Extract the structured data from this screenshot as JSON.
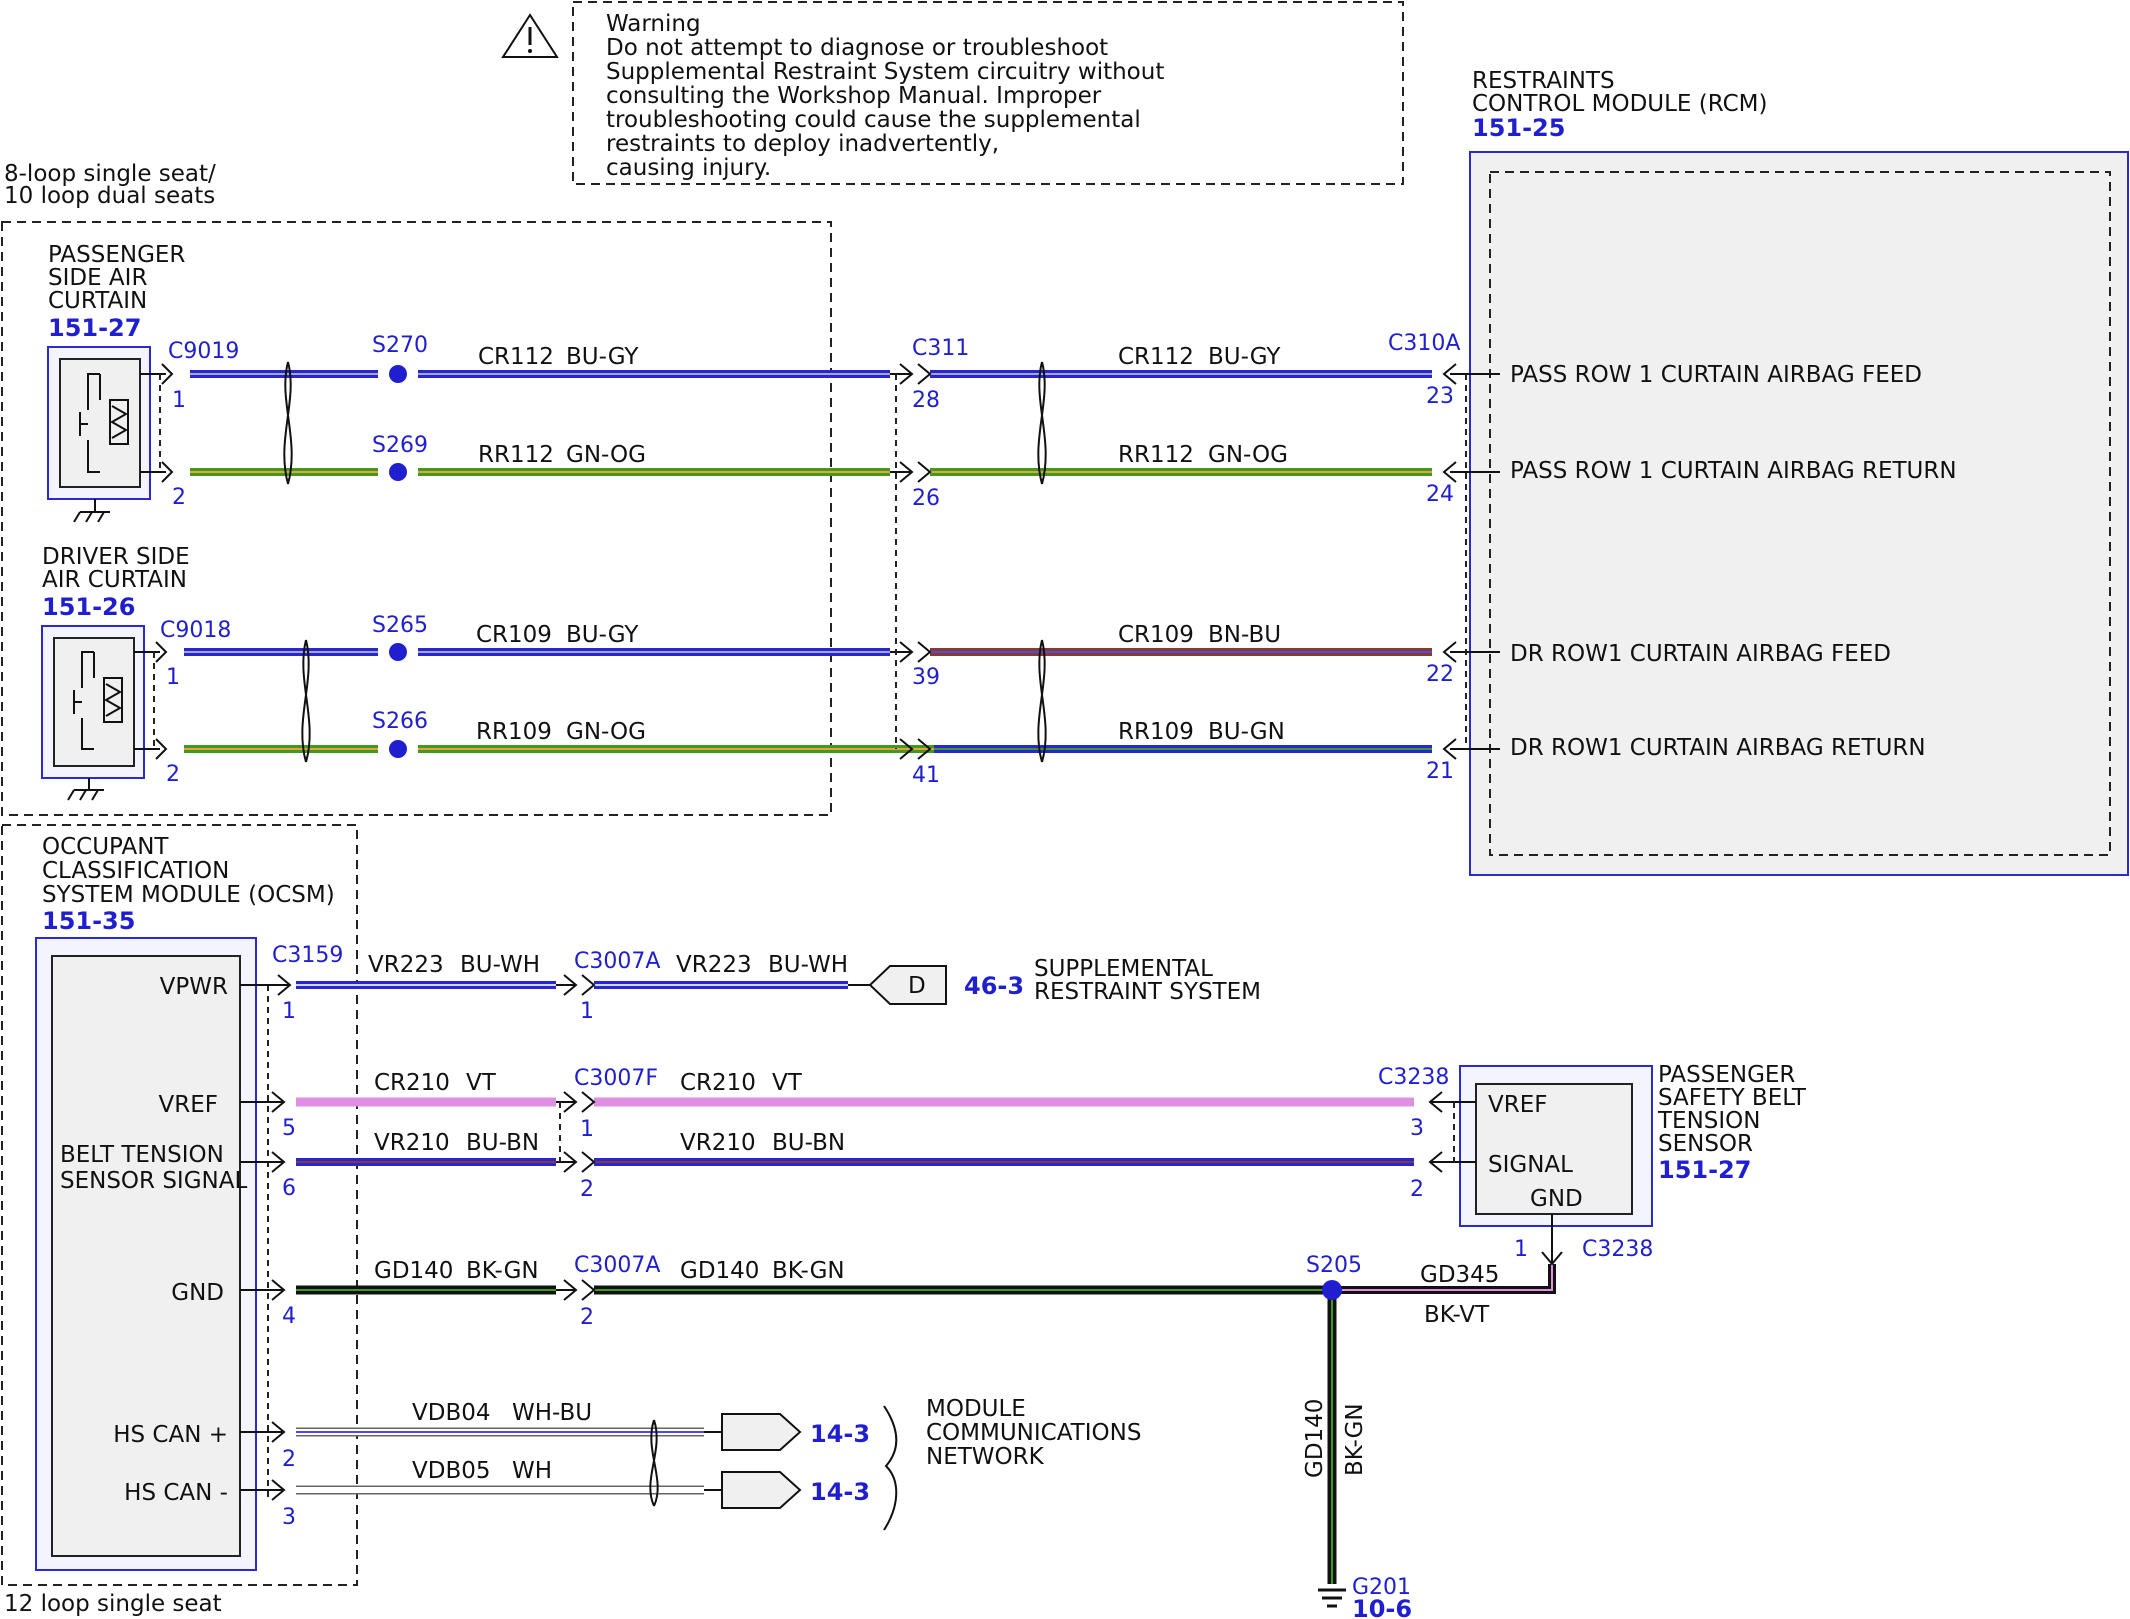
{
  "warning": {
    "icon": "warning-triangle-icon",
    "title": "Warning",
    "lines": [
      "Do not attempt to diagnose or troubleshoot",
      "Supplemental Restraint System circuitry without",
      "consulting the Workshop Manual. Improper",
      "troubleshooting could cause the supplemental",
      "restraints to deploy inadvertently,",
      "causing injury."
    ]
  },
  "variants": {
    "loop8": [
      "8-loop single seat/",
      "10 loop dual seats"
    ],
    "loop12": "12 loop single seat"
  },
  "rcm": {
    "lines": [
      "RESTRAINTS",
      "CONTROL MODULE (RCM)"
    ],
    "ref": "151-25"
  },
  "pass_curtain": {
    "lines": [
      "PASSENGER",
      "SIDE AIR",
      "CURTAIN"
    ],
    "ref": "151-27",
    "connector": "C9019"
  },
  "driver_curtain": {
    "lines": [
      "DRIVER SIDE",
      "AIR CURTAIN"
    ],
    "ref": "151-26",
    "connector": "C9018"
  },
  "ocsm": {
    "lines": [
      "OCCUPANT",
      "CLASSIFICATION",
      "SYSTEM MODULE (OCSM)"
    ],
    "ref": "151-35",
    "connector": "C3159"
  },
  "belt_sensor": {
    "lines": [
      "PASSENGER",
      "SAFETY BELT",
      "TENSION",
      "SENSOR"
    ],
    "ref": "151-27",
    "connector": "C3238",
    "connector_bottom": "C3238",
    "pins": {
      "vref": "VREF",
      "signal": "SIGNAL",
      "gnd": "GND"
    }
  },
  "connectors": {
    "c311": "C311",
    "c310a": "C310A",
    "c3007a": "C3007A",
    "c3007f": "C3007F",
    "c3007a_2": "C3007A"
  },
  "splices": {
    "s270": "S270",
    "s269": "S269",
    "s265": "S265",
    "s266": "S266",
    "s205": "S205"
  },
  "ground": {
    "id": "G201",
    "ref": "10-6"
  },
  "rcm_pins": [
    "PASS ROW 1 CURTAIN AIRBAG FEED",
    "PASS ROW 1 CURTAIN AIRBAG RETURN",
    "DR ROW1 CURTAIN AIRBAG FEED",
    "DR ROW1 CURTAIN AIRBAG RETURN"
  ],
  "ocsm_pins": {
    "vpwr": "VPWR",
    "vref": "VREF",
    "belt": [
      "BELT TENSION",
      "SENSOR SIGNAL"
    ],
    "gnd": "GND",
    "can_plus": "HS CAN +",
    "can_minus": "HS CAN -"
  },
  "pin_numbers": {
    "c9019_1": "1",
    "c9019_2": "2",
    "c9018_1": "1",
    "c9018_2": "2",
    "c311_28": "28",
    "c311_26": "26",
    "c311_39": "39",
    "c311_41": "41",
    "c310a_23": "23",
    "c310a_24": "24",
    "c310a_22": "22",
    "c310a_21": "21",
    "c3159_1": "1",
    "c3159_5": "5",
    "c3159_6": "6",
    "c3159_4": "4",
    "c3159_2": "2",
    "c3159_3": "3",
    "c3007a_1": "1",
    "c3007f_1": "1",
    "c3007f_2": "2",
    "c3007a_2": "2",
    "c3238_3": "3",
    "c3238_2": "2",
    "c3238_1": "1"
  },
  "wires": {
    "cr112_a": {
      "circuit": "CR112",
      "color": "BU-GY"
    },
    "rr112_a": {
      "circuit": "RR112",
      "color": "GN-OG"
    },
    "cr109_a": {
      "circuit": "CR109",
      "color": "BU-GY"
    },
    "rr109_a": {
      "circuit": "RR109",
      "color": "GN-OG"
    },
    "cr112_b": {
      "circuit": "CR112",
      "color": "BU-GY"
    },
    "rr112_b": {
      "circuit": "RR112",
      "color": "GN-OG"
    },
    "cr109_b": {
      "circuit": "CR109",
      "color": "BN-BU"
    },
    "rr109_b": {
      "circuit": "RR109",
      "color": "BU-GN"
    },
    "vr223_a": {
      "circuit": "VR223",
      "color": "BU-WH"
    },
    "vr223_b": {
      "circuit": "VR223",
      "color": "BU-WH"
    },
    "cr210_a": {
      "circuit": "CR210",
      "color": "VT"
    },
    "cr210_b": {
      "circuit": "CR210",
      "color": "VT"
    },
    "vr210_a": {
      "circuit": "VR210",
      "color": "BU-BN"
    },
    "vr210_b": {
      "circuit": "VR210",
      "color": "BU-BN"
    },
    "gd140_a": {
      "circuit": "GD140",
      "color": "BK-GN"
    },
    "gd140_b": {
      "circuit": "GD140",
      "color": "BK-GN"
    },
    "gd345": {
      "circuit": "GD345",
      "color": "BK-VT"
    },
    "gd140_v": {
      "circuit": "GD140",
      "color": "BK-GN"
    },
    "vdb04": {
      "circuit": "VDB04",
      "color": "WH-BU"
    },
    "vdb05": {
      "circuit": "VDB05",
      "color": "WH"
    }
  },
  "srs": {
    "symbol": "D",
    "ref": "46-3",
    "lines": [
      "SUPPLEMENTAL",
      "RESTRAINT SYSTEM"
    ]
  },
  "network": {
    "ref1": "14-3",
    "ref2": "14-3",
    "lines": [
      "MODULE",
      "COMMUNICATIONS",
      "NETWORK"
    ]
  },
  "colors": {
    "blue": "#2626d6",
    "green": "#3f9a1f",
    "brown": "#8a3a2a",
    "violet": "#e08fe0",
    "black": "#111111",
    "label_blue": "#1f1fd0"
  }
}
